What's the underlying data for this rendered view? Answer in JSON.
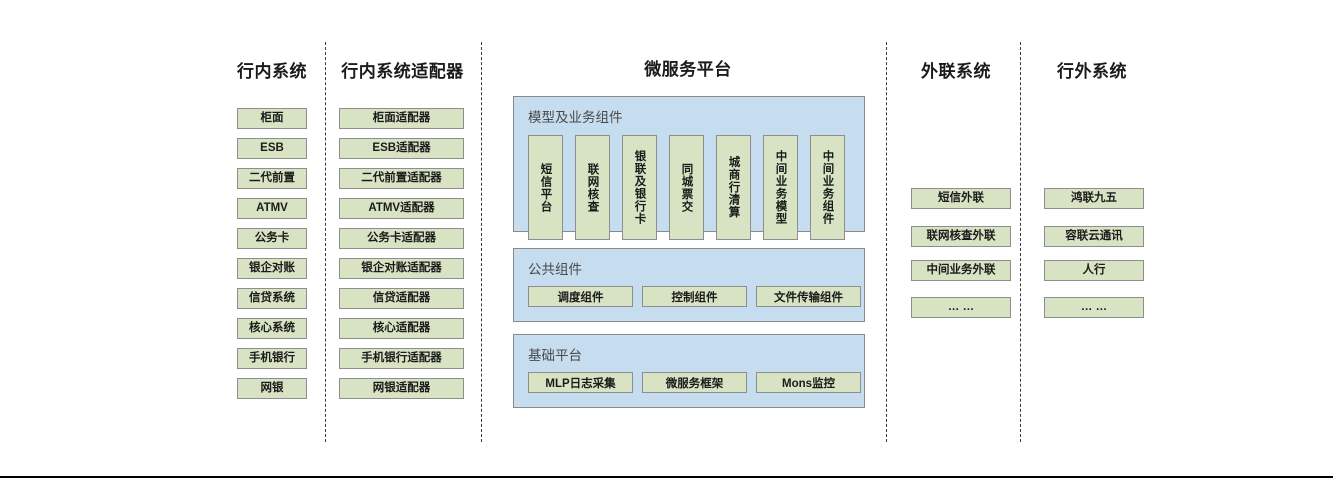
{
  "columns": [
    {
      "id": "in-bank",
      "title": "行内系统",
      "nodes": [
        "柜面",
        "ESB",
        "二代前置",
        "ATMV",
        "公务卡",
        "银企对账",
        "信贷系统",
        "核心系统",
        "手机银行",
        "网银"
      ]
    },
    {
      "id": "in-bank-adapter",
      "title": "行内系统适配器",
      "nodes": [
        "柜面适配器",
        "ESB适配器",
        "二代前置适配器",
        "ATMV适配器",
        "公务卡适配器",
        "银企对账适配器",
        "信贷适配器",
        "核心适配器",
        "手机银行适配器",
        "网银适配器"
      ]
    },
    {
      "id": "microservice-platform",
      "title": "微服务平台"
    },
    {
      "id": "external-liaison",
      "title": "外联系统",
      "nodes": [
        "短信外联",
        "联网核查外联",
        "中间业务外联",
        "… …"
      ]
    },
    {
      "id": "out-of-bank",
      "title": "行外系统",
      "nodes": [
        "鸿联九五",
        "容联云通讯",
        "人行",
        "… …"
      ]
    }
  ],
  "platform": {
    "model_panel": {
      "title": "模型及业务组件",
      "nodes": [
        "短信平台",
        "联网核查",
        "银联及银行卡",
        "同城票交",
        "城商行清算",
        "中间业务模型",
        "中间业务组件"
      ]
    },
    "public_panel": {
      "title": "公共组件",
      "nodes": [
        "调度组件",
        "控制组件",
        "文件传输组件"
      ]
    },
    "base_panel": {
      "title": "基础平台",
      "nodes": [
        "MLP日志采集",
        "微服务框架",
        "Mons监控"
      ]
    }
  },
  "colors": {
    "node_fill": "#d7e3c3",
    "node_border": "#8e8e8e",
    "panel_fill": "#c6dcef",
    "panel_border": "#8a8a8a",
    "divider": "#3a3a3a",
    "text": "#1b1b1b",
    "panel_title_text": "#4a4a4a"
  }
}
